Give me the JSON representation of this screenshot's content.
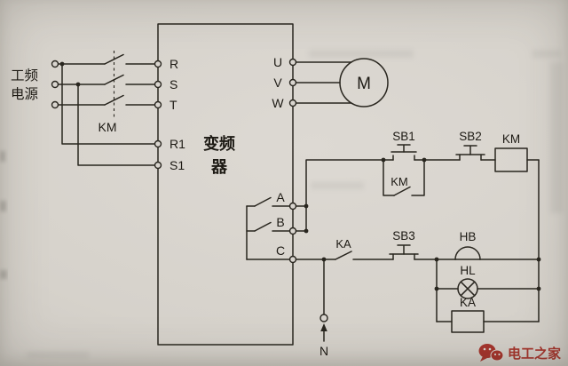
{
  "diagram": {
    "supply": {
      "l1": "工频",
      "l2": "电源"
    },
    "km_main": "KM",
    "inverter": {
      "name1": "变频",
      "name2": "器",
      "terminals": {
        "r": "R",
        "s": "S",
        "t": "T",
        "r1": "R1",
        "s1": "S1",
        "u": "U",
        "v": "V",
        "w": "W",
        "a": "A",
        "b": "B",
        "c": "C"
      }
    },
    "motor": "M",
    "neutral": "N",
    "control": {
      "sb1": "SB1",
      "km_aux": "KM",
      "sb2": "SB2",
      "km_coil": "KM",
      "ka_contact": "KA",
      "sb3": "SB3",
      "hb": "HB",
      "hl": "HL",
      "ka_coil": "KA"
    },
    "watermark": "电工之家"
  }
}
